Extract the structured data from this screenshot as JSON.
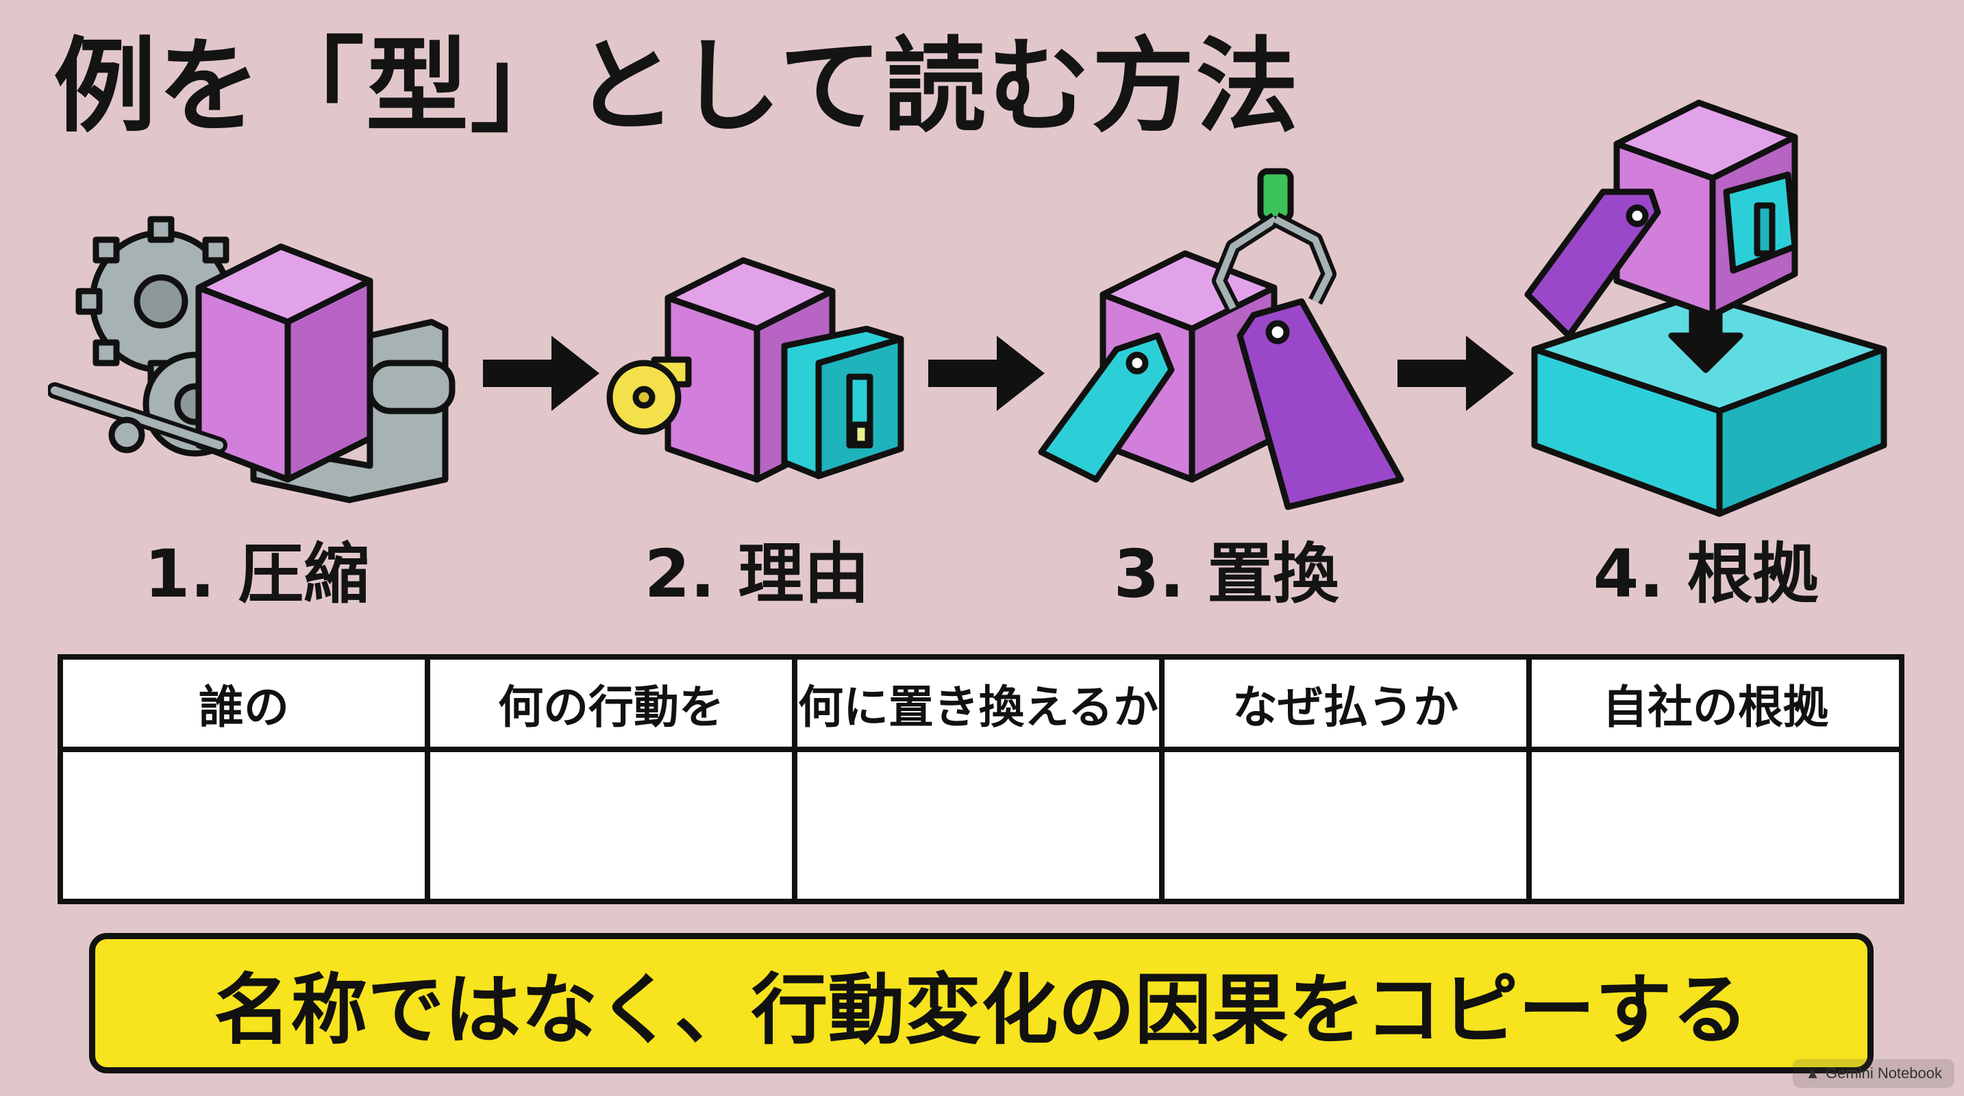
{
  "title": "例を「型」として読む方法",
  "steps": [
    {
      "label": "1. 圧縮",
      "icon": "gear-press-cube-icon"
    },
    {
      "label": "2. 理由",
      "icon": "key-switch-cube-icon"
    },
    {
      "label": "3. 置換",
      "icon": "claw-tag-swap-icon"
    },
    {
      "label": "4. 根拠",
      "icon": "cube-base-stamp-icon"
    }
  ],
  "table": {
    "headers": [
      "誰の",
      "何の行動を",
      "何に置き換えるか",
      "なぜ払うか",
      "自社の根拠"
    ]
  },
  "banner": "名称ではなく、行動変化の因果をコピーする",
  "badge": "Gemini Notebook",
  "colors": {
    "background": "#e2c7ca",
    "cube": "#d17fdb",
    "teal": "#2ccfd7",
    "purple": "#9a48c9",
    "yellow": "#f7e31e",
    "gray": "#a6b2b4",
    "green": "#3cc25a"
  }
}
